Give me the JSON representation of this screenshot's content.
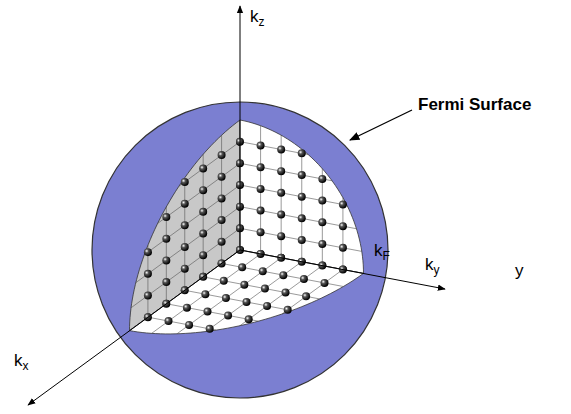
{
  "diagram": {
    "labels": [
      "kz",
      "Fermi Surface",
      "kF",
      "ky",
      "y",
      "kx"
    ]
  }
}
